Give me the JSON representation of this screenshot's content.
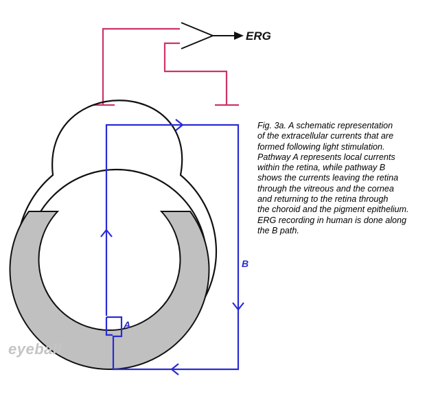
{
  "labels": {
    "output": "ERG",
    "pathway_a": "A",
    "pathway_b": "B"
  },
  "caption": {
    "lines": [
      "Fig. 3a. A schematic representation",
      "of the extracellular currents that are",
      "formed following light stimulation.",
      "Pathway A represents local currents",
      "within the retina, while pathway B",
      "shows the currents leaving the retina",
      "through the vitreous and the cornea",
      "and returning to the retina through",
      "the choroid and the pigment epithelium.",
      "ERG recording in human is done along",
      "the B path."
    ]
  },
  "watermark": "eyeball",
  "colors": {
    "electrode_circuit": "#cc3366",
    "current_path": "#2a2ad4",
    "retina_fill": "#c0c0c0",
    "outline": "#111111",
    "watermark": "#c4c4c4"
  }
}
